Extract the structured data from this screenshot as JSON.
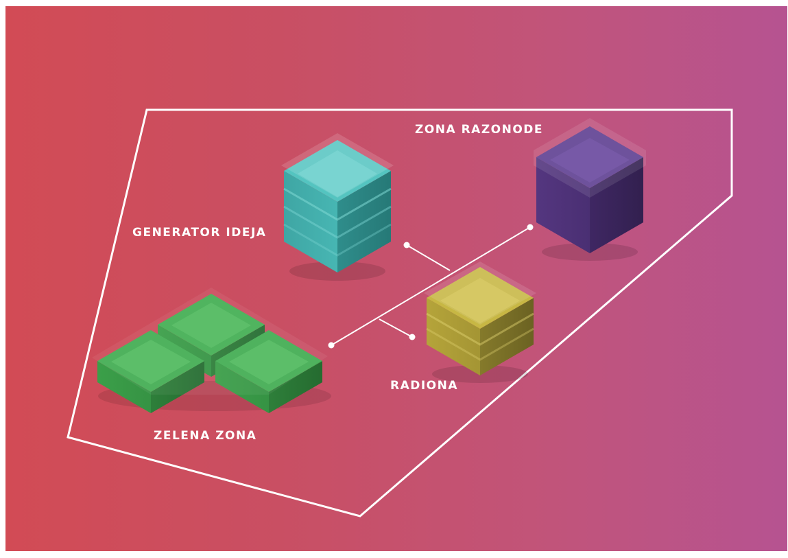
{
  "zones": {
    "zona_razonode": {
      "label": "ZONA RAZONODE",
      "color": "#5a3a8c"
    },
    "generator_ideja": {
      "label": "GENERATOR IDEJA",
      "color": "#4cbfbd"
    },
    "radiona": {
      "label": "RADIONA",
      "color": "#b8ab3c"
    },
    "zelena_zona": {
      "label": "ZELENA ZONA",
      "color": "#3eaa4e"
    }
  },
  "colors": {
    "background_left": "#d24b55",
    "background_right": "#b65391",
    "outline": "#ffffff"
  },
  "connections": [
    {
      "from": "generator_ideja",
      "to": "radiona"
    },
    {
      "from": "zona_razonode",
      "to": "zelena_zona"
    },
    {
      "from": "radiona",
      "to": "zelena_zona"
    }
  ]
}
